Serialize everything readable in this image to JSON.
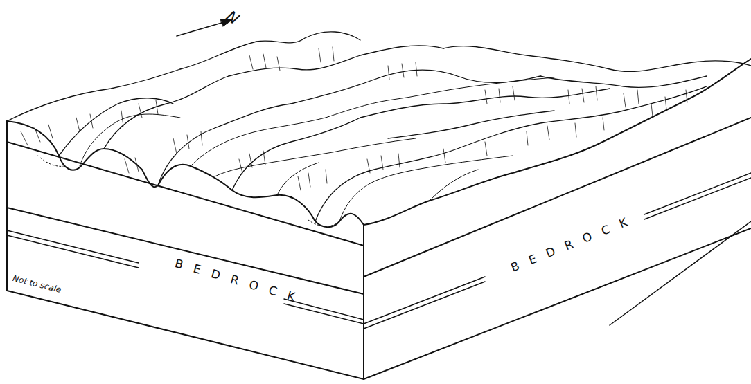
{
  "diagram": {
    "labels": [
      "N",
      "BEDROCK",
      "BEDROCK",
      "Not to scale"
    ]
  }
}
